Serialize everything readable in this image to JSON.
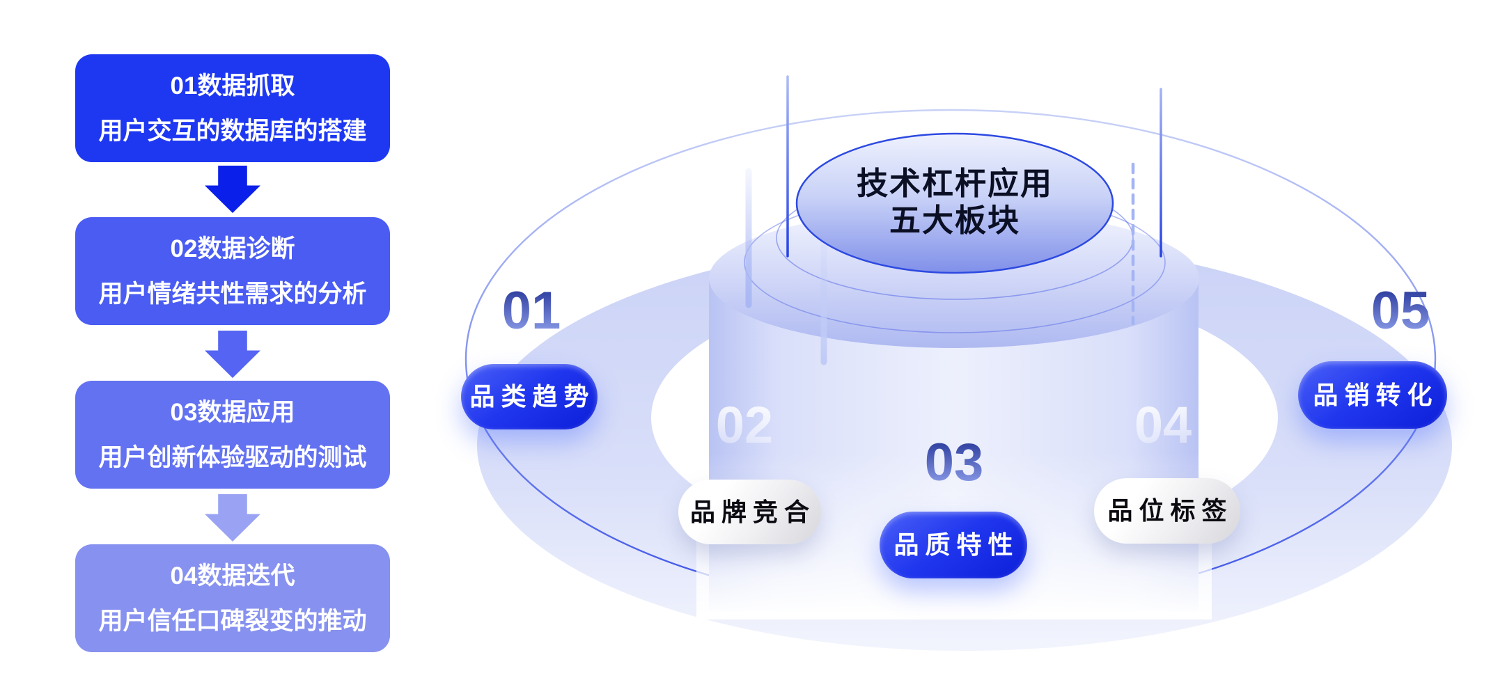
{
  "flow": {
    "steps": [
      {
        "title": "01数据抓取",
        "subtitle": "用户交互的数据库的搭建"
      },
      {
        "title": "02数据诊断",
        "subtitle": "用户情绪共性需求的分析"
      },
      {
        "title": "03数据应用",
        "subtitle": "用户创新体验驱动的测试"
      },
      {
        "title": "04数据迭代",
        "subtitle": "用户信任口碑裂变的推动"
      }
    ]
  },
  "hub": {
    "title_line1": "技术杠杆应用",
    "title_line2": "五大板块",
    "nodes": [
      {
        "number": "01",
        "label": "品类趋势",
        "style": "blue"
      },
      {
        "number": "02",
        "label": "品牌竞合",
        "style": "white"
      },
      {
        "number": "03",
        "label": "品质特性",
        "style": "blue"
      },
      {
        "number": "04",
        "label": "品位标签",
        "style": "white"
      },
      {
        "number": "05",
        "label": "品销转化",
        "style": "blue"
      }
    ]
  },
  "colors": {
    "step1_blue": "#1e38f2",
    "step2_blue": "#4a5cf2",
    "step3_blue": "#6372f1",
    "step4_blue": "#8791ef",
    "arrow_deep_blue": "#0a1fe9",
    "pill_blue": "#1b2fe8",
    "ring_blue": "#3c53e9",
    "band_lavender": "#c9d2f6",
    "title_text": "#0b0f24"
  }
}
